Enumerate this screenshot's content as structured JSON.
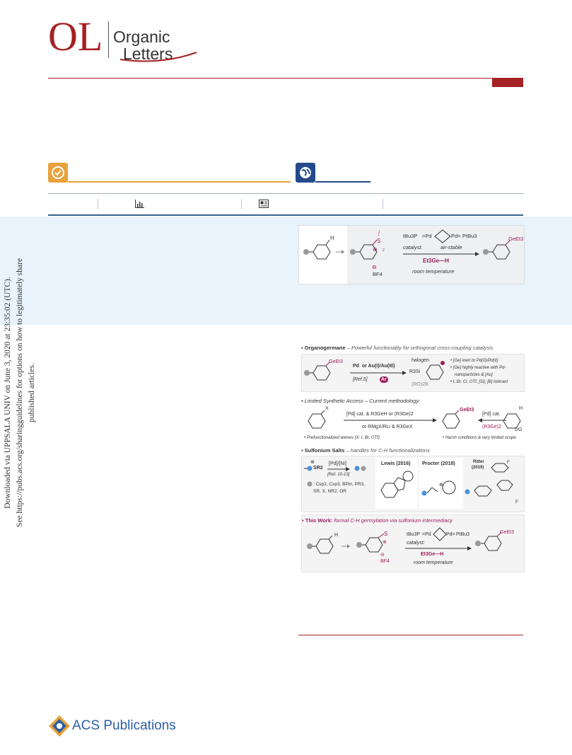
{
  "journal": {
    "logo_abbrev": "OL",
    "name_line1": "Organic",
    "name_line2": "Letters",
    "brand_red": "#a52124"
  },
  "badges": {
    "check_color": "#e8a13c",
    "globe_color": "#244a8c",
    "icons": [
      "check-icon",
      "globe-icon",
      "bar-chart-icon",
      "newspaper-icon"
    ]
  },
  "sidebar": {
    "line1": "Downloaded via UPPSALA UNIV on June 3, 2020 at 23:35:02 (UTC).",
    "line2": "See https://pubs.acs.org/sharingguidelines for options on how to legitimately share published articles."
  },
  "toc_graphic": {
    "catalyst_ligand_left": "tBu3P",
    "catalyst_ligand_right": "PtBu3",
    "catalyst_label": "catalyst:",
    "air_stable": "air-stable",
    "reagent": "Et3Ge—H",
    "condition": "room temperature",
    "counterion": "BF4",
    "product_group": "GeEt3"
  },
  "figure": {
    "panel1": {
      "title": "Organogermane",
      "subtitle": "– Powerful functionality for orthogonal cross-coupling catalysis",
      "group": "GeEt3",
      "metal_pd": "Pd",
      "metal_au": "or Au(I)/Au(III)",
      "ref": "[Ref.5]",
      "ar": "Ar",
      "halogen": "halogen",
      "silane": "R3Si",
      "boronate": "(RO)2B",
      "bullets": [
        "[Ge] inert to Pd(0)/Pd(II)",
        "[Ge] highly reactive with Pd-",
        "nanoparticles & [Au]",
        "I, Br, Cl, OTf, [Si], [B] tolerant"
      ]
    },
    "panel2": {
      "title": "Limited Synthetic Access – Current methodology:",
      "x": "X",
      "cond_top": "[Pd] cat. & R3GeH or (R3Ge)2",
      "cond_bottom": "or RMgX/RLi & R3GeX",
      "product": "GeEt3",
      "right_cat": "[Pd] cat.",
      "right_reagent": "(R3Ge)2",
      "h": "H",
      "dg": "DG",
      "note_left": "Prefunctionalized arenes (X: I, Br, OTf)",
      "note_right": "Harsh conditions & very limited scope"
    },
    "panel3": {
      "title": "Sulfonium Salts",
      "subtitle": "– handles for C-H functionalizations",
      "sr2": "SR2",
      "cat": "[Pd]/[Ni]",
      "ref": "[Ref. 10-13]",
      "legend_line1": ": Csp2, Csp3, BPin, PR3,",
      "legend_line2": "SR, X, NR2, OR",
      "lewis": "Lewis (2016)",
      "procter": "Procter (2018)",
      "ritter_line1": "Ritter",
      "ritter_line2": "(2019)",
      "f": "F"
    },
    "panel4": {
      "title": "This Work:",
      "subtitle": "formal C-H germylation via sulfonium intermediacy",
      "h": "H",
      "counterion": "BF4",
      "catalyst_ligand_left": "tBu3P",
      "catalyst_ligand_right": "PtBu3",
      "catalyst_label": "catalyst:",
      "reagent": "Et3Ge—H",
      "condition": "room temperature",
      "product": "GeEt3"
    }
  },
  "footer": {
    "publisher": "ACS Publications"
  }
}
